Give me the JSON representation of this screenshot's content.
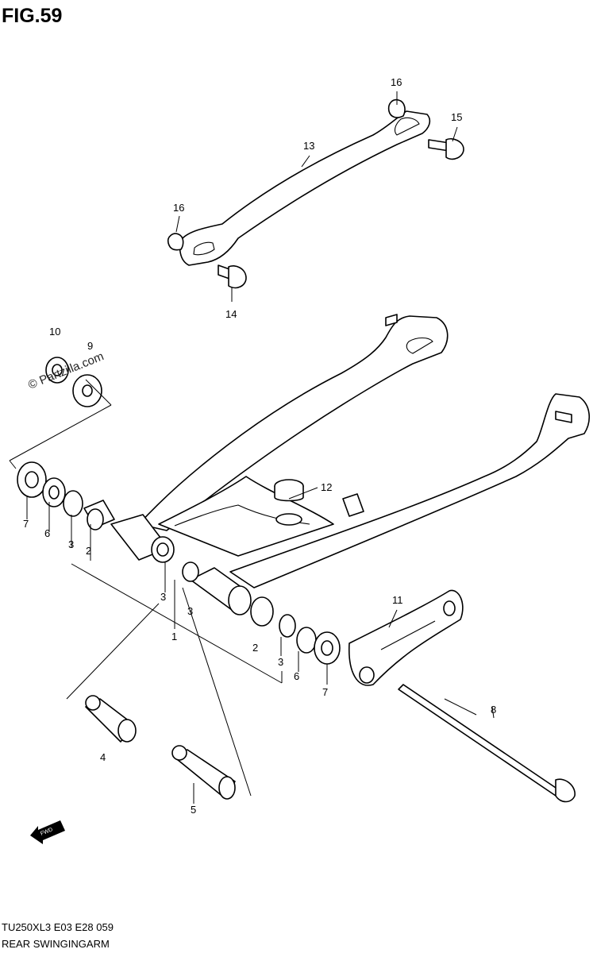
{
  "figure": {
    "title": "FIG.59",
    "watermark": "© Partzilla.com",
    "footer_code": "TU250XL3  E03  E28  059",
    "footer_name": "REAR SWINGINGARM",
    "fwd_label": "FWD"
  },
  "callouts": [
    {
      "id": "c1",
      "label": "1"
    },
    {
      "id": "c2a",
      "label": "2"
    },
    {
      "id": "c2b",
      "label": "2"
    },
    {
      "id": "c3a",
      "label": "3"
    },
    {
      "id": "c3b",
      "label": "3"
    },
    {
      "id": "c3c",
      "label": "3"
    },
    {
      "id": "c3d",
      "label": "3"
    },
    {
      "id": "c4",
      "label": "4"
    },
    {
      "id": "c5",
      "label": "5"
    },
    {
      "id": "c6a",
      "label": "6"
    },
    {
      "id": "c6b",
      "label": "6"
    },
    {
      "id": "c7a",
      "label": "7"
    },
    {
      "id": "c7b",
      "label": "7"
    },
    {
      "id": "c8",
      "label": "8"
    },
    {
      "id": "c9",
      "label": "9"
    },
    {
      "id": "c10",
      "label": "10"
    },
    {
      "id": "c11",
      "label": "11"
    },
    {
      "id": "c12",
      "label": "12"
    },
    {
      "id": "c13",
      "label": "13"
    },
    {
      "id": "c14",
      "label": "14"
    },
    {
      "id": "c15",
      "label": "15"
    },
    {
      "id": "c16a",
      "label": "16"
    },
    {
      "id": "c16b",
      "label": "16"
    }
  ]
}
